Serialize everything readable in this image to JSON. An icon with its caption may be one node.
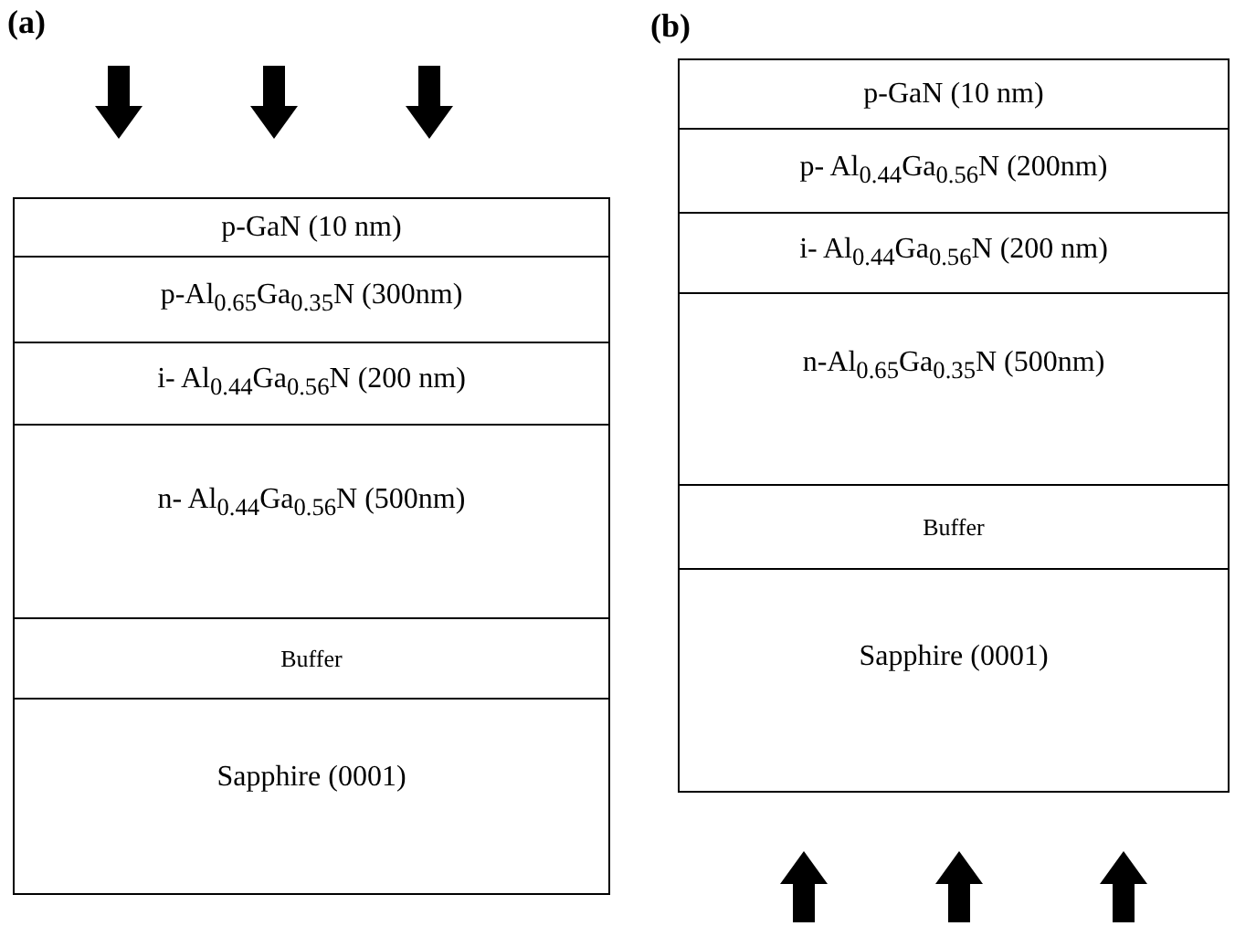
{
  "diagram": {
    "nodes": [
      {
        "text": [
          "p-GaN (10 nm)"
        ]
      },
      {
        "text": [
          "p-Al$_{0.65}$Ga$_{0.35}$N (300nm)"
        ]
      },
      {
        "text": [
          "i- Al$_{0.44}$Ga$_{0.56}$N (200 nm)"
        ]
      },
      {
        "text": [
          "n- Al$_{0.44}$Ga$_{0.56}$N (500nm)"
        ]
      },
      {
        "text": [
          "Buffer"
        ]
      },
      {
        "text": [
          "Sapphire (0001)"
        ]
      },
      {
        "text": [
          "p-GaN (10 nm)"
        ]
      },
      {
        "text": [
          "p- Al$_{0.44}$Ga$_{0.56}$N (200nm)"
        ]
      },
      {
        "text": [
          "i- Al$_{0.44}$Ga$_{0.56}$N (200 nm)"
        ]
      },
      {
        "text": [
          "n-Al$_{0.65}$Ga$_{0.35}$N (500nm)"
        ]
      },
      {
        "text": [
          "Buffer"
        ]
      },
      {
        "text": [
          "Sapphire (0001)"
        ]
      }
    ],
    "labels": [
      "(a)",
      "(b)"
    ]
  }
}
